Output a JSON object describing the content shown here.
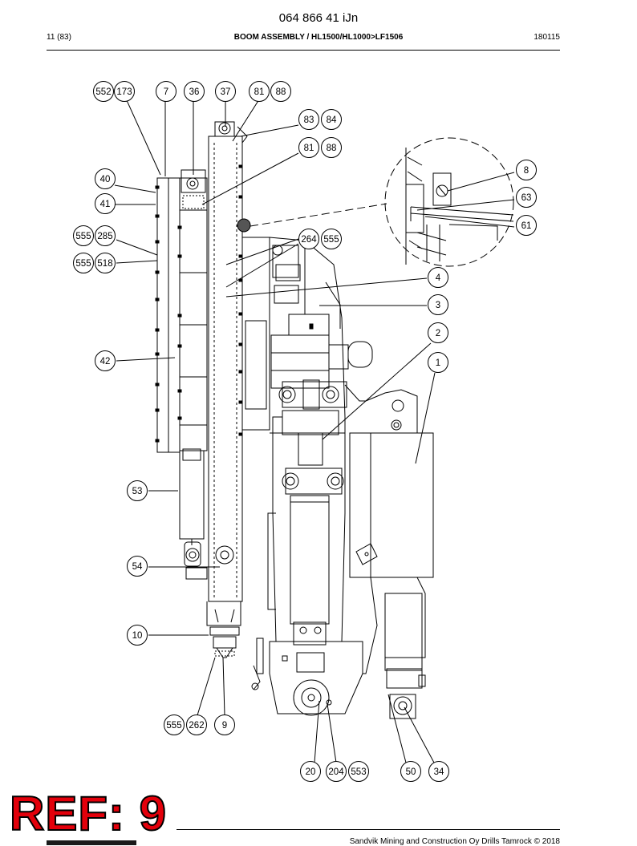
{
  "header": {
    "doc_number": "064 866 41 iJn",
    "page": "11 (83)",
    "title": "BOOM ASSEMBLY / HL1500/HL1000>LF1506",
    "date_code": "180115"
  },
  "footer": {
    "copyright": "Sandvik Mining and Construction Oy Drills Tamrock © 2018"
  },
  "stamp": {
    "text": "REF: 9"
  },
  "callouts": [
    {
      "name": "callout-552",
      "label": "552"
    },
    {
      "name": "callout-173",
      "label": "173"
    },
    {
      "name": "callout-7",
      "label": "7"
    },
    {
      "name": "callout-36",
      "label": "36"
    },
    {
      "name": "callout-37",
      "label": "37"
    },
    {
      "name": "callout-81-top",
      "label": "81"
    },
    {
      "name": "callout-88-top",
      "label": "88"
    },
    {
      "name": "callout-83",
      "label": "83"
    },
    {
      "name": "callout-84",
      "label": "84"
    },
    {
      "name": "callout-81",
      "label": "81"
    },
    {
      "name": "callout-88",
      "label": "88"
    },
    {
      "name": "callout-40",
      "label": "40"
    },
    {
      "name": "callout-41",
      "label": "41"
    },
    {
      "name": "callout-555-a",
      "label": "555"
    },
    {
      "name": "callout-285",
      "label": "285"
    },
    {
      "name": "callout-555-b",
      "label": "555"
    },
    {
      "name": "callout-518",
      "label": "518"
    },
    {
      "name": "callout-264",
      "label": "264"
    },
    {
      "name": "callout-555-c",
      "label": "555"
    },
    {
      "name": "callout-8",
      "label": "8"
    },
    {
      "name": "callout-63",
      "label": "63"
    },
    {
      "name": "callout-61",
      "label": "61"
    },
    {
      "name": "callout-4",
      "label": "4"
    },
    {
      "name": "callout-3",
      "label": "3"
    },
    {
      "name": "callout-2",
      "label": "2"
    },
    {
      "name": "callout-1",
      "label": "1"
    },
    {
      "name": "callout-42",
      "label": "42"
    },
    {
      "name": "callout-53",
      "label": "53"
    },
    {
      "name": "callout-54",
      "label": "54"
    },
    {
      "name": "callout-10",
      "label": "10"
    },
    {
      "name": "callout-555-d",
      "label": "555"
    },
    {
      "name": "callout-262",
      "label": "262"
    },
    {
      "name": "callout-9",
      "label": "9"
    },
    {
      "name": "callout-20",
      "label": "20"
    },
    {
      "name": "callout-204",
      "label": "204"
    },
    {
      "name": "callout-553",
      "label": "553"
    },
    {
      "name": "callout-50",
      "label": "50"
    },
    {
      "name": "callout-34",
      "label": "34"
    }
  ]
}
